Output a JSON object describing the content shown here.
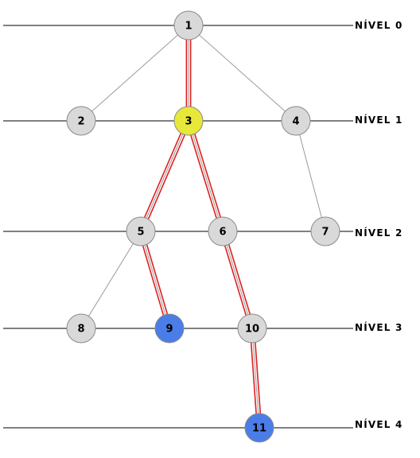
{
  "levels": [
    {
      "id": "l0",
      "label": "NÍVEL 0"
    },
    {
      "id": "l1",
      "label": "NÍVEL 1"
    },
    {
      "id": "l2",
      "label": "NÍVEL 2"
    },
    {
      "id": "l3",
      "label": "NÍVEL 3"
    },
    {
      "id": "l4",
      "label": "NÍVEL 4"
    }
  ],
  "colors": {
    "default": "#d9d9d9",
    "start": "#e8e83a",
    "goal": "#4a7de8",
    "edge": "#999999",
    "highlight": "#e02020"
  },
  "nodes": [
    {
      "id": "1",
      "label": "1",
      "level": 0,
      "state": "default"
    },
    {
      "id": "2",
      "label": "2",
      "level": 1,
      "state": "default"
    },
    {
      "id": "3",
      "label": "3",
      "level": 1,
      "state": "start"
    },
    {
      "id": "4",
      "label": "4",
      "level": 1,
      "state": "default"
    },
    {
      "id": "5",
      "label": "5",
      "level": 2,
      "state": "default"
    },
    {
      "id": "6",
      "label": "6",
      "level": 2,
      "state": "default"
    },
    {
      "id": "7",
      "label": "7",
      "level": 2,
      "state": "default"
    },
    {
      "id": "8",
      "label": "8",
      "level": 3,
      "state": "default"
    },
    {
      "id": "9",
      "label": "9",
      "level": 3,
      "state": "goal"
    },
    {
      "id": "10",
      "label": "10",
      "level": 3,
      "state": "default"
    },
    {
      "id": "11",
      "label": "11",
      "level": 4,
      "state": "goal"
    }
  ],
  "edges": [
    {
      "from": "1",
      "to": "2",
      "highlighted": false
    },
    {
      "from": "1",
      "to": "3",
      "highlighted": true
    },
    {
      "from": "1",
      "to": "4",
      "highlighted": false
    },
    {
      "from": "3",
      "to": "5",
      "highlighted": true
    },
    {
      "from": "3",
      "to": "6",
      "highlighted": true
    },
    {
      "from": "4",
      "to": "7",
      "highlighted": false
    },
    {
      "from": "5",
      "to": "8",
      "highlighted": false
    },
    {
      "from": "5",
      "to": "9",
      "highlighted": true
    },
    {
      "from": "6",
      "to": "10",
      "highlighted": true
    },
    {
      "from": "10",
      "to": "11",
      "highlighted": true
    }
  ]
}
